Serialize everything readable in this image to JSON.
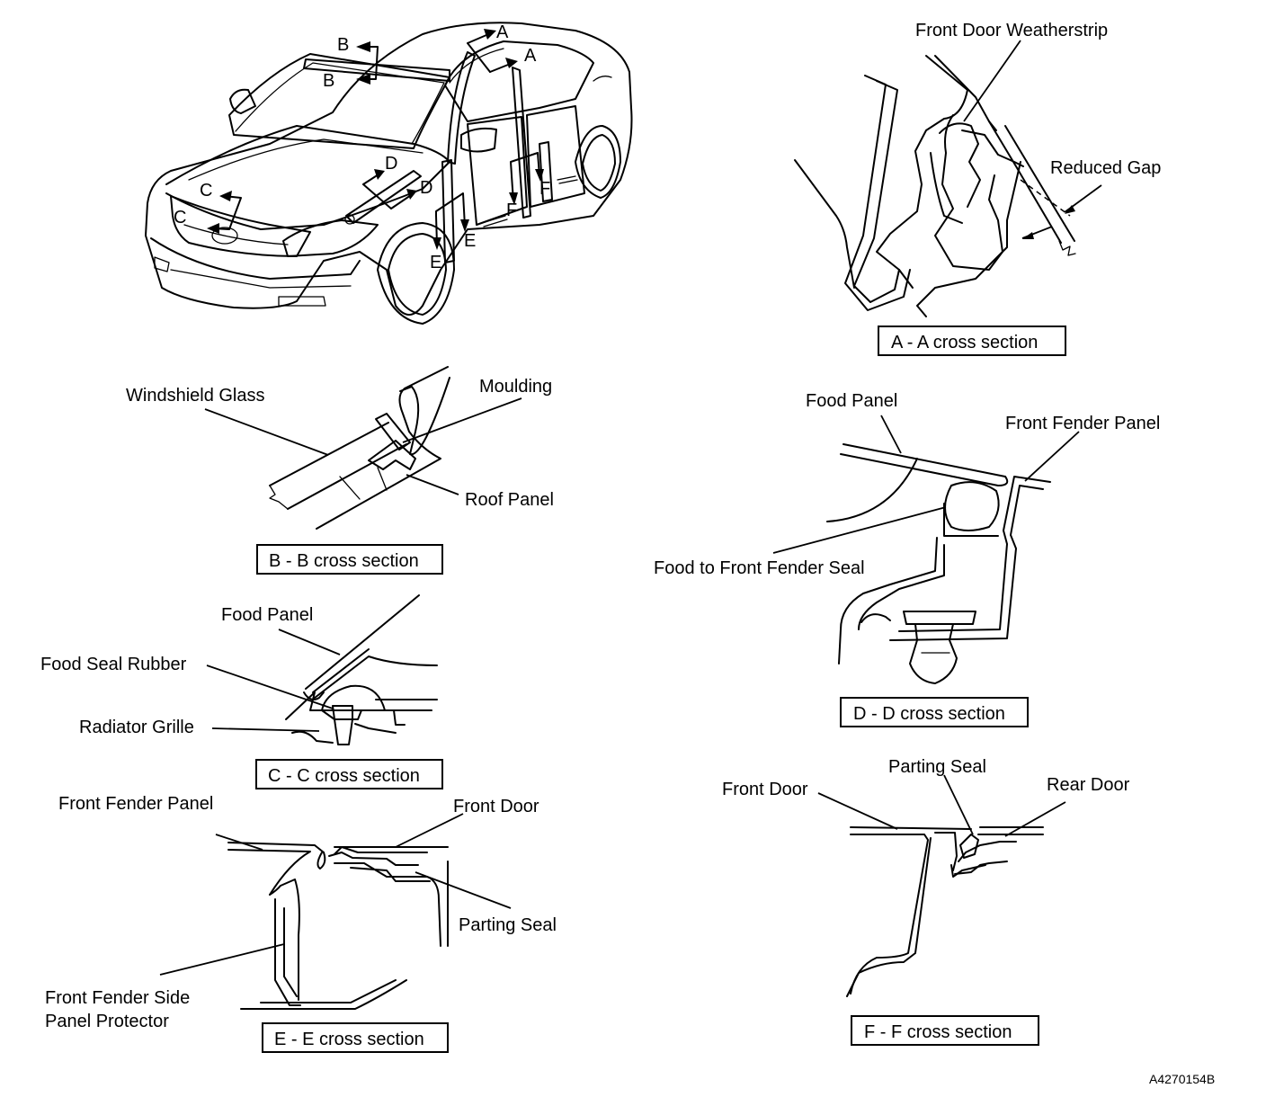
{
  "figure_code": "A4270154B",
  "section_marks": {
    "a": "A",
    "b": "B",
    "c": "C",
    "d": "D",
    "e": "E",
    "f": "F"
  },
  "sections": {
    "aa": {
      "caption": "A - A cross section",
      "labels": {
        "weatherstrip": "Front Door Weatherstrip",
        "reduced_gap": "Reduced Gap"
      }
    },
    "bb": {
      "caption": "B - B cross section",
      "labels": {
        "windshield": "Windshield Glass",
        "moulding": "Moulding",
        "roof": "Roof Panel"
      }
    },
    "cc": {
      "caption": "C - C cross section",
      "labels": {
        "food_panel": "Food Panel",
        "seal_rubber": "Food Seal Rubber",
        "grille": "Radiator Grille"
      }
    },
    "dd": {
      "caption": "D - D cross section",
      "labels": {
        "food_panel": "Food Panel",
        "fender_panel": "Front Fender Panel",
        "fender_seal": "Food to Front Fender Seal"
      }
    },
    "ee": {
      "caption": "E - E cross section",
      "labels": {
        "fender_panel": "Front Fender Panel",
        "front_door": "Front Door",
        "parting_seal": "Parting Seal",
        "protector_line1": "Front Fender Side",
        "protector_line2": "Panel Protector"
      }
    },
    "ff": {
      "caption": "F - F cross section",
      "labels": {
        "front_door": "Front Door",
        "parting_seal": "Parting Seal",
        "rear_door": "Rear Door"
      }
    }
  }
}
